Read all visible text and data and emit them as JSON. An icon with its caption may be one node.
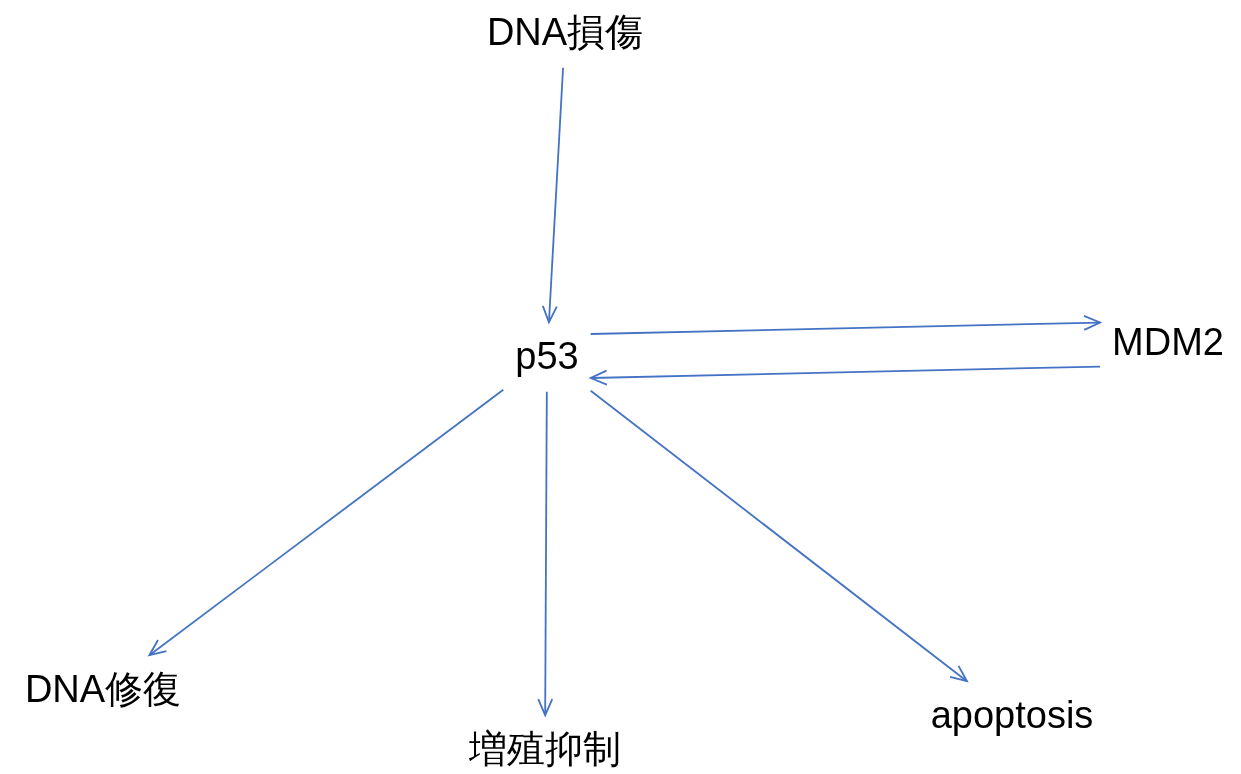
{
  "diagram": {
    "nodes": [
      {
        "text": [
          "DNA損傷"
        ]
      },
      {
        "text": [
          "p53"
        ]
      },
      {
        "text": [
          "MDM2"
        ]
      },
      {
        "text": [
          "DNA修復"
        ]
      },
      {
        "text": [
          "増殖抑制"
        ]
      },
      {
        "text": [
          "apoptosis"
        ]
      }
    ],
    "edges": [
      {
        "from": 0,
        "to": 1,
        "arrow": "to"
      },
      {
        "from": 1,
        "to": 2,
        "arrow": "to"
      },
      {
        "from": 2,
        "to": 1,
        "arrow": "to"
      },
      {
        "from": 1,
        "to": 3,
        "arrow": "to"
      },
      {
        "from": 1,
        "to": 4,
        "arrow": "to"
      },
      {
        "from": 1,
        "to": 5,
        "arrow": "to"
      }
    ]
  }
}
